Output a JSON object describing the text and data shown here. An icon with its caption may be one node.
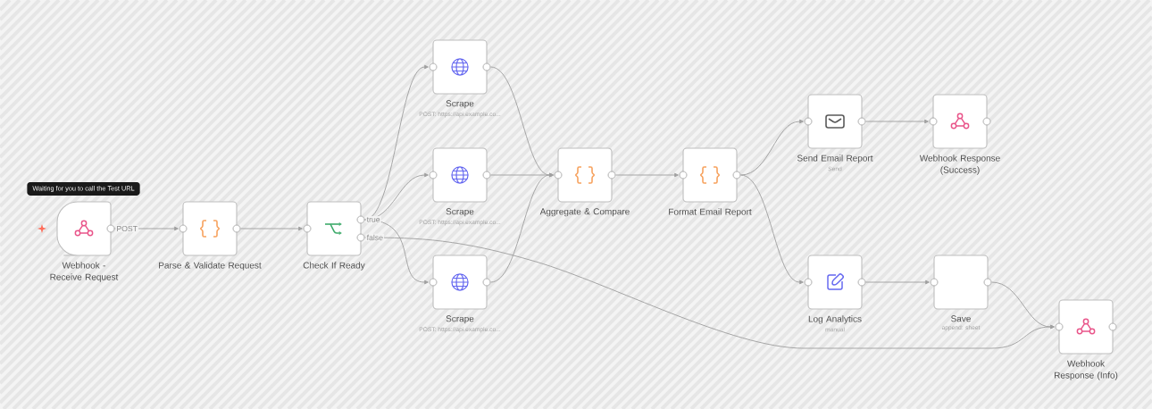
{
  "diagram": {
    "nodes": [
      {
        "text": [
          "Webhook - Receive Request"
        ],
        "beside": [
          "Waiting for you to call the Test URL"
        ]
      },
      {
        "text": [
          "Parse & Validate Request"
        ]
      },
      {
        "text": [
          "Check If Ready"
        ]
      },
      {
        "text": [
          "Scrape"
        ],
        "beside": [
          "POST: https://api.example.co..."
        ]
      },
      {
        "text": [
          "Scrape"
        ],
        "beside": [
          "POST: https://api.example.co..."
        ]
      },
      {
        "text": [
          "Scrape"
        ],
        "beside": [
          "POST: https://api.example.co..."
        ]
      },
      {
        "text": [
          "Aggregate & Compare"
        ]
      },
      {
        "text": [
          "Format Email Report"
        ]
      },
      {
        "text": [
          "Send Email Report"
        ],
        "beside": [
          "Send"
        ]
      },
      {
        "text": [
          "Webhook Response (Success)"
        ]
      },
      {
        "text": [
          "Log Analytics"
        ],
        "beside": [
          "manual"
        ]
      },
      {
        "text": [
          "Save"
        ],
        "beside": [
          "append: sheet"
        ]
      },
      {
        "text": [
          "Webhook Response (Info)"
        ]
      }
    ],
    "edges": [
      {
        "from": 0,
        "to": 1,
        "arrow": "to",
        "label": "POST"
      },
      {
        "from": 1,
        "to": 2,
        "arrow": "to"
      },
      {
        "from": 2,
        "to": 3,
        "arrow": "to"
      },
      {
        "from": 2,
        "to": 4,
        "arrow": "to",
        "label": "true"
      },
      {
        "from": 2,
        "to": 5,
        "arrow": "to"
      },
      {
        "from": 2,
        "to": 12,
        "arrow": "to",
        "label": "false"
      },
      {
        "from": 3,
        "to": 6,
        "arrow": "to"
      },
      {
        "from": 4,
        "to": 6,
        "arrow": "to"
      },
      {
        "from": 5,
        "to": 6,
        "arrow": "to"
      },
      {
        "from": 6,
        "to": 7,
        "arrow": "to"
      },
      {
        "from": 7,
        "to": 8,
        "arrow": "to"
      },
      {
        "from": 7,
        "to": 10,
        "arrow": "to"
      },
      {
        "from": 8,
        "to": 9,
        "arrow": "to"
      },
      {
        "from": 10,
        "to": 11,
        "arrow": "to"
      },
      {
        "from": 11,
        "to": 12,
        "arrow": "to"
      }
    ]
  }
}
